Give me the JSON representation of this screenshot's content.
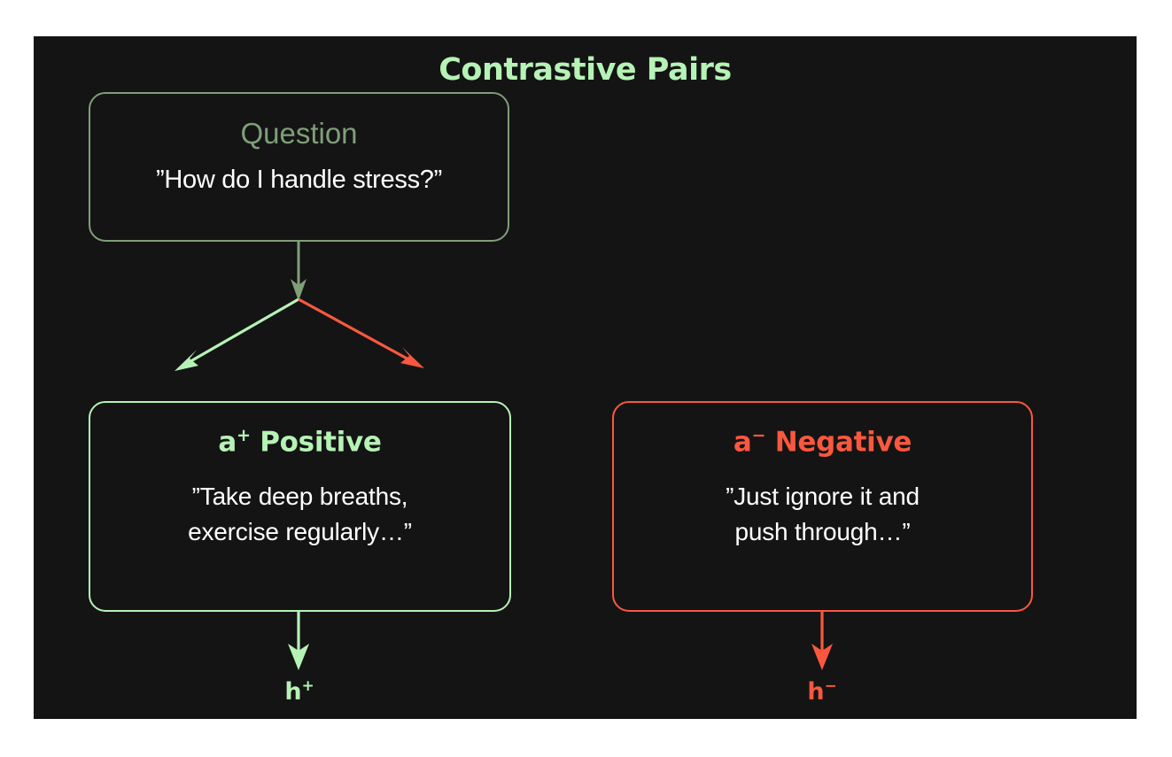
{
  "figure": {
    "title": "Contrastive Pairs",
    "background_color": "#141414",
    "page_background_color": "#ffffff",
    "accent_positive": "#b6f2b6",
    "accent_negative": "#f9583f",
    "accent_muted_green": "#7f9e79",
    "text_color": "#ffffff"
  },
  "question_node": {
    "label": "Question",
    "text": "”How do I handle stress?”"
  },
  "positive_node": {
    "symbol": "a",
    "symbol_superscript": "+",
    "title_suffix": " Positive",
    "title_plain": "a+ Positive",
    "text_line1": "”Take deep breaths,",
    "text_line2": "exercise regularly…”",
    "output_label": "h",
    "output_superscript": "+"
  },
  "negative_node": {
    "symbol": "a",
    "symbol_superscript": "−",
    "title_suffix": " Negative",
    "title_plain": "a- Negative",
    "text_line1": "”Just ignore it and",
    "text_line2": "push through…”",
    "output_label": "h",
    "output_superscript": "−"
  },
  "edges": [
    {
      "name": "question-to-split",
      "from": "question_node",
      "to": "split-point",
      "color": "#7f9e79"
    },
    {
      "name": "split-to-positive",
      "from": "split-point",
      "to": "positive_node",
      "color": "#b6f2b6"
    },
    {
      "name": "split-to-negative",
      "from": "split-point",
      "to": "negative_node",
      "color": "#f9583f"
    },
    {
      "name": "positive-to-h",
      "from": "positive_node",
      "to": "h-positive",
      "color": "#b6f2b6"
    },
    {
      "name": "negative-to-h",
      "from": "negative_node",
      "to": "h-negative",
      "color": "#f9583f"
    }
  ]
}
